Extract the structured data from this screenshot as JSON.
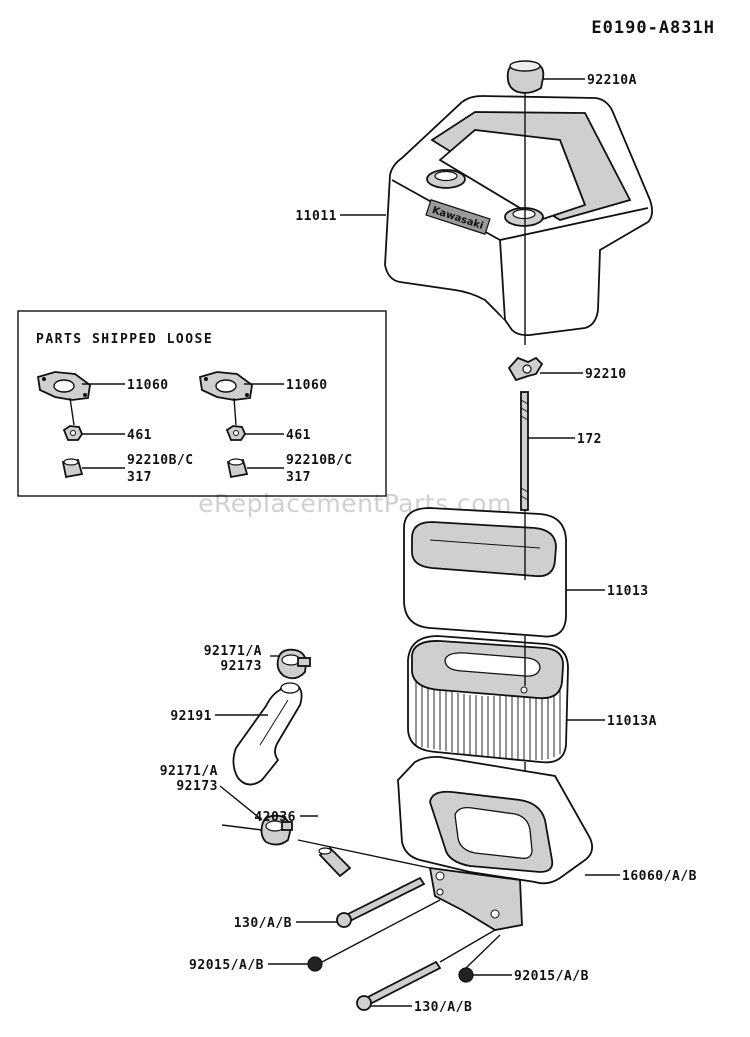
{
  "diagram_code": "E0190-A831H",
  "watermark": "eReplacementParts.com",
  "loose_parts_box": {
    "title": "PARTS SHIPPED LOOSE",
    "left": {
      "gasket": "11060",
      "nut": "461",
      "part_a": "92210B/C",
      "part_b": "317"
    },
    "right": {
      "gasket": "11060",
      "nut": "461",
      "part_a": "92210B/C",
      "part_b": "317"
    }
  },
  "callouts": {
    "knob": "92210A",
    "cover": "11011",
    "wing_nut": "92210",
    "stud": "172",
    "pre_cleaner": "11013",
    "clamp_top_a": "92171/A",
    "clamp_top_b": "92173",
    "hose": "92191",
    "filter_element": "11013A",
    "clamp_bottom_a": "92171/A",
    "clamp_bottom_b": "92173",
    "fitting": "42036",
    "base": "16060/A/B",
    "bolt_upper": "130/A/B",
    "nut_left": "92015/A/B",
    "nut_right": "92015/A/B",
    "bolt_lower": "130/A/B"
  },
  "cover_logo": "Kawasaki"
}
